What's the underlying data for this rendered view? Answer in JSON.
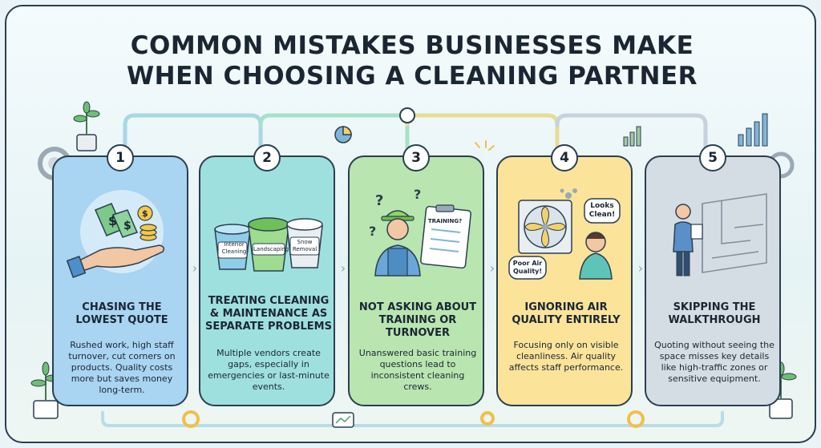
{
  "title_line1": "COMMON MISTAKES BUSINESSES MAKE",
  "title_line2": "WHEN CHOOSING A CLEANING PARTNER",
  "cards": [
    {
      "number": "1",
      "title": "CHASING THE LOWEST QUOTE",
      "description": "Rushed work, high staff turnover, cut corners on products. Quality costs more but saves money long-term.",
      "color": "#a9d4f2"
    },
    {
      "number": "2",
      "title": "TREATING CLEANING & MAINTENANCE AS SEPARATE PROBLEMS",
      "description": "Multiple vendors create gaps, especially in emergencies or last-minute events.",
      "color": "#9ee0dd",
      "buckets": [
        "Interior Cleaning",
        "Landscaping",
        "Snow Removal"
      ]
    },
    {
      "number": "3",
      "title": "NOT ASKING ABOUT TRAINING OR TURNOVER",
      "description": "Unanswered basic training questions lead to inconsistent cleaning crews.",
      "color": "#b9e5b0",
      "clipboard_label": "TRAINING?"
    },
    {
      "number": "4",
      "title": "IGNORING AIR QUALITY ENTIRELY",
      "description": "Focusing only on visible cleanliness. Air quality affects staff performance.",
      "color": "#fbe39a",
      "bubble_clean": "Looks Clean!",
      "bubble_poor": "Poor Air Quality!"
    },
    {
      "number": "5",
      "title": "SKIPPING THE WALKTHROUGH",
      "description": "Quoting without seeing the space misses key details like high-traffic zones or sensitive equipment.",
      "color": "#d5dde4"
    }
  ]
}
